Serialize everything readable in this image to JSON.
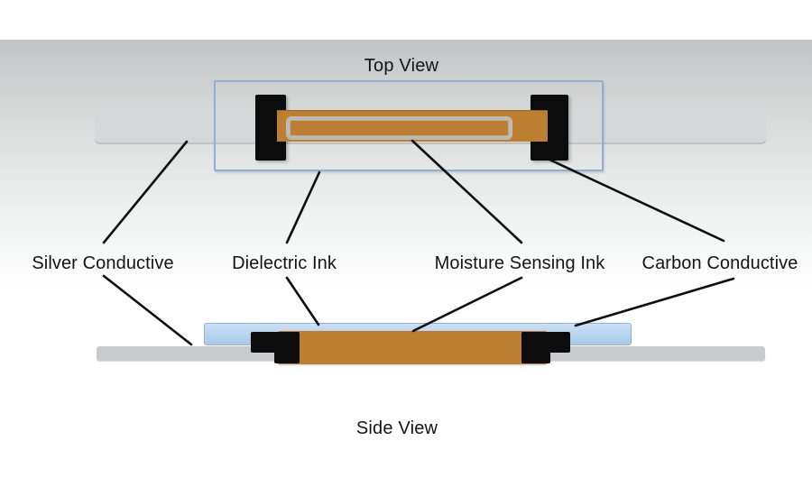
{
  "top_view": {
    "title": "Top View"
  },
  "side_view": {
    "title": "Side View"
  },
  "labels": {
    "silver": "Silver Conductive",
    "dielectric": "Dielectric Ink",
    "moisture": "Moisture Sensing Ink",
    "carbon": "Carbon Conductive"
  },
  "colors": {
    "bg_gray_top": "#c3c4c5",
    "substrate_gray": "#d6d7d8",
    "side_substrate_gray": "#c9cacb",
    "carbon_black": "#0c0c0c",
    "ink_brown": "#bc7e30",
    "dielectric_blue": "#b7d3ee",
    "dielectric_blue_edge": "#8fb2d6",
    "boundary_blue": "#8fb0d3",
    "electrode_outline": "#aabecb",
    "line_black": "#0e0e0e",
    "text_dark": "#141414"
  }
}
